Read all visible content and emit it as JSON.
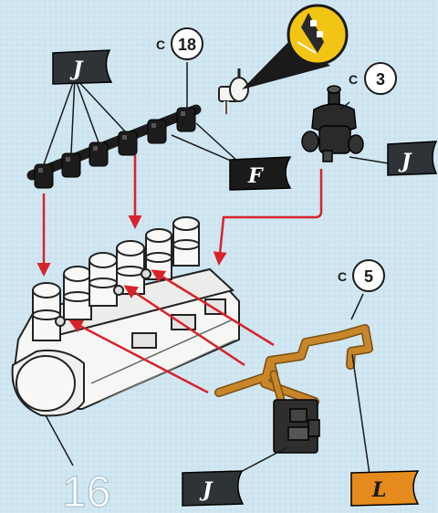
{
  "step_number": "16",
  "callouts": [
    {
      "letter": "C",
      "number": "18"
    },
    {
      "letter": "C",
      "number": "3"
    },
    {
      "letter": "C",
      "number": "5"
    }
  ],
  "flags": {
    "top_left": "J",
    "rail": "F",
    "right_valve": "J",
    "bottom_left": "J",
    "bottom_right": "L"
  },
  "colors": {
    "background": "#cfe6f1",
    "arrow": "#d8232a",
    "engine": "#f6f6f4",
    "rail": "#1c1c1c",
    "hose": "#c8862a",
    "flag_dark": "#2e3338",
    "flag_orange": "#e58a1c",
    "highlight": "#f2c414"
  }
}
